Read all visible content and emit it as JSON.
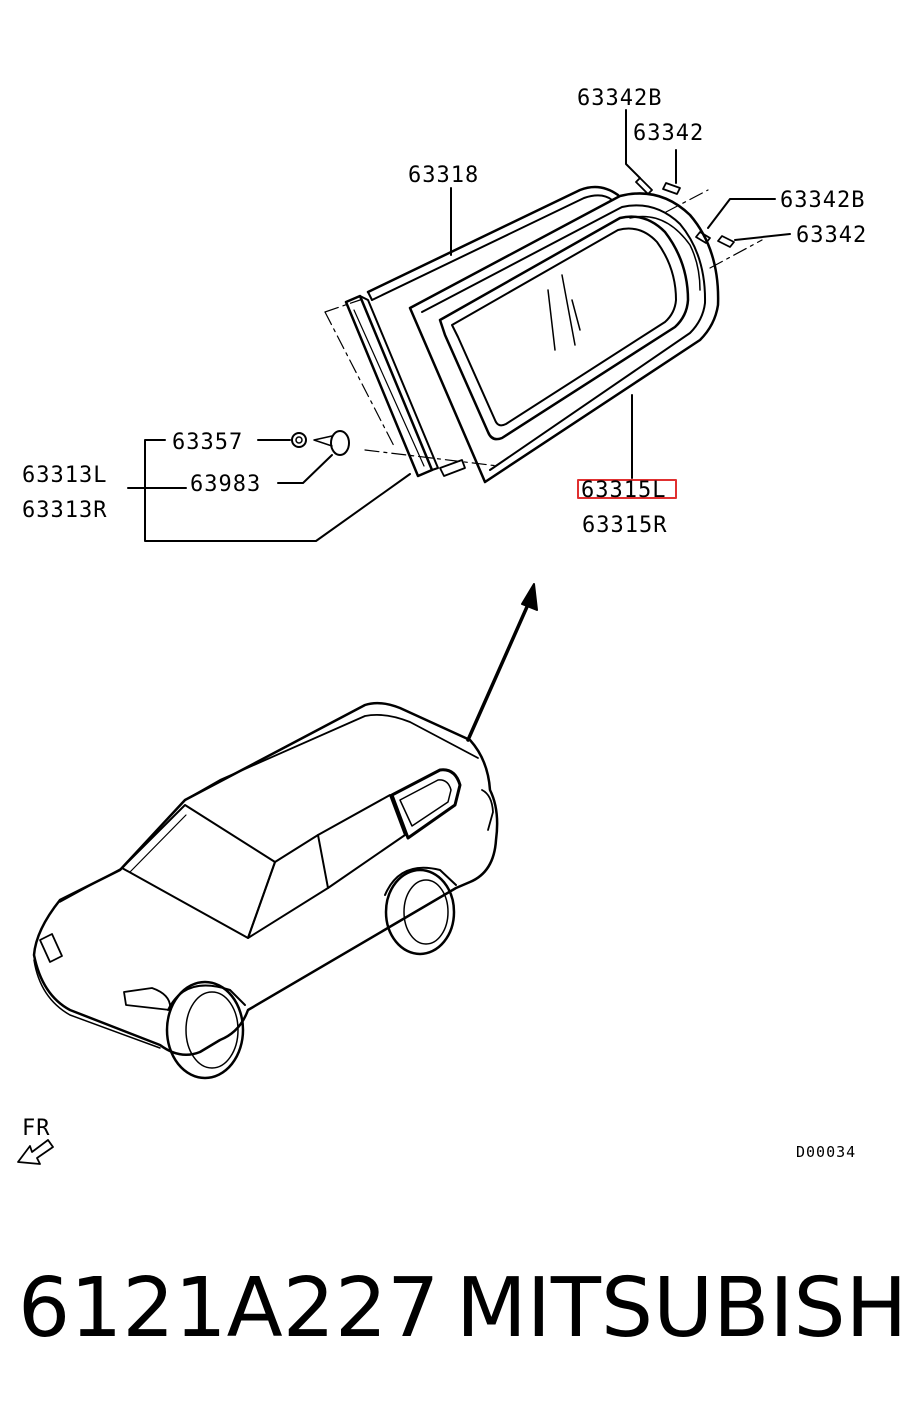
{
  "callouts": {
    "clip_b_top": "63342B",
    "clip_top": "63342",
    "clip_b_right": "63342B",
    "clip_right": "63342",
    "weatherstrip": "63318",
    "grommet": "63357",
    "fastener": "63983",
    "molding_left": "63313L",
    "molding_right": "63313R",
    "glass_left": "63315L",
    "glass_right": "63315R"
  },
  "direction_label": "FR",
  "diagram_code": "D00034",
  "footer": {
    "part_number": "6121A227",
    "brand": "MITSUBISHI"
  },
  "highlight_color": "#e03030"
}
